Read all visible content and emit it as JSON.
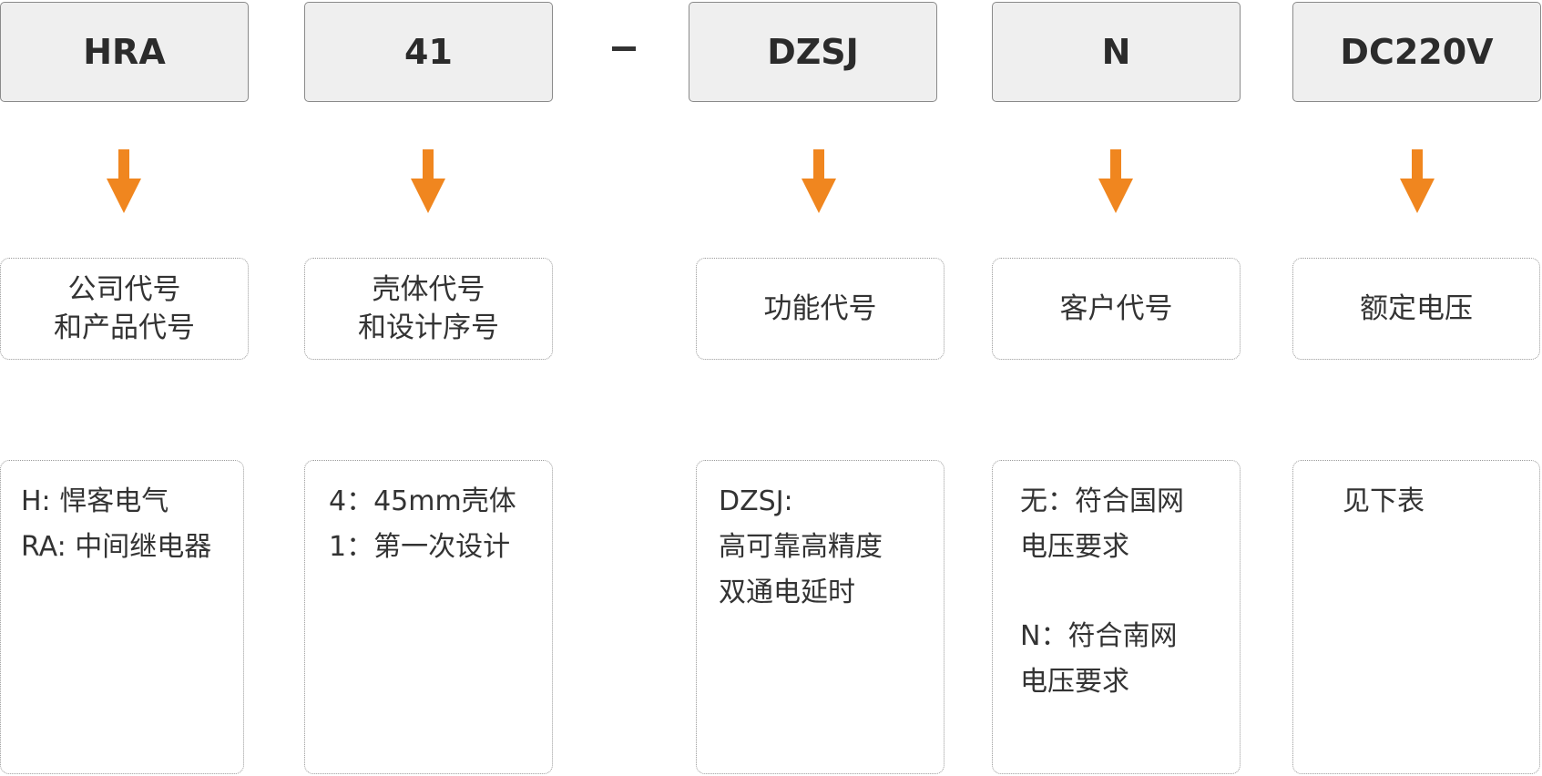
{
  "segments": [
    {
      "code": "HRA",
      "label": [
        "公司代号",
        "和产品代号"
      ],
      "desc": [
        "H: 悍客电气",
        "RA: 中间继电器"
      ]
    },
    {
      "code": "41",
      "label": [
        "壳体代号",
        "和设计序号"
      ],
      "desc": [
        "4：45mm壳体",
        "1：第一次设计"
      ]
    },
    {
      "code": "DZSJ",
      "label": [
        "功能代号"
      ],
      "desc": [
        "DZSJ:",
        "高可靠高精度",
        "双通电延时"
      ]
    },
    {
      "code": "N",
      "label": [
        "客户代号"
      ],
      "desc": [
        "无：符合国网",
        "电压要求",
        "",
        "N：符合南网",
        "电压要求"
      ]
    },
    {
      "code": "DC220V",
      "label": [
        "额定电压"
      ],
      "desc": [
        "见下表"
      ]
    }
  ],
  "separator": "-",
  "colors": {
    "arrow": "#f0861f",
    "code_box_fill": "#efefef",
    "code_box_border": "#8a8a8a",
    "dotted_border": "#9a9a9a",
    "text": "#333333"
  }
}
